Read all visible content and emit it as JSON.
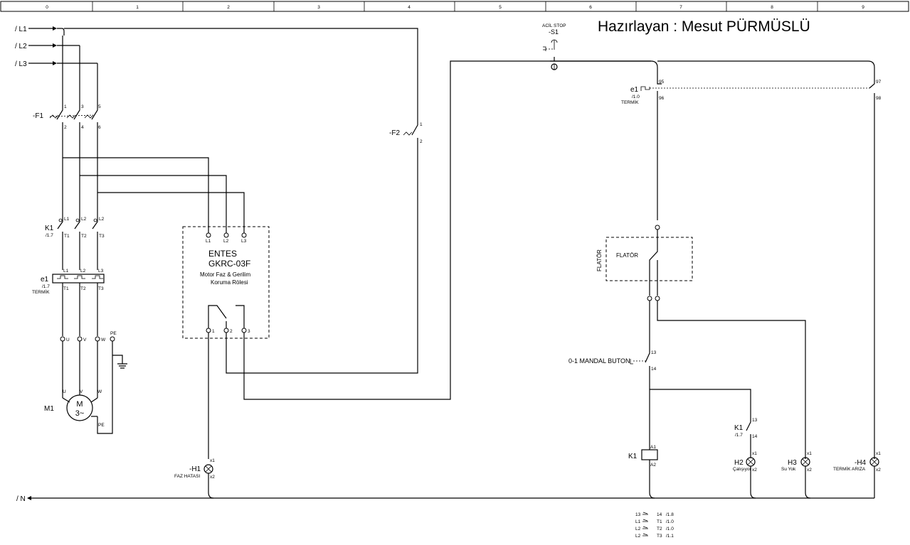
{
  "header": {
    "columns": [
      "0",
      "1",
      "2",
      "3",
      "4",
      "5",
      "6",
      "7",
      "8",
      "9"
    ]
  },
  "title": "Hazırlayan : Mesut PÜRMÜSLÜ",
  "supply": {
    "l1": "/ L1",
    "l2": "/ L2",
    "l3": "/ L3",
    "n": "/ N"
  },
  "fuse_f1": {
    "tag": "-F1",
    "pins_top": [
      "1",
      "3",
      "5"
    ],
    "pins_bottom": [
      "2",
      "4",
      "6"
    ]
  },
  "contactor_k1_main": {
    "tag": "K1",
    "ref": "/1.7",
    "top": [
      "L1",
      "L2",
      "L2"
    ],
    "bottom": [
      "T1",
      "T2",
      "T3"
    ]
  },
  "thermal_e1_main": {
    "tag": "e1",
    "ref": "/1.7",
    "label": "TERMİK",
    "top": [
      "L1",
      "L2",
      "L3"
    ],
    "bottom": [
      "T1",
      "T2",
      "T3"
    ]
  },
  "motor_terminals": [
    "U",
    "V",
    "W",
    "PE"
  ],
  "motor": {
    "tag": "M1",
    "terminals": [
      "U",
      "V",
      "W"
    ],
    "symbol_top": "M",
    "symbol_bottom": "3~",
    "pe": "PE"
  },
  "relay": {
    "brand": "ENTES",
    "model": "GKRC-03F",
    "desc1": "Motor Faz & Gerilim",
    "desc2": "Koruma Rölesi",
    "inputs": [
      "L1",
      "L2",
      "L3"
    ],
    "outputs": [
      "1",
      "2",
      "3"
    ]
  },
  "fuse_f2": {
    "tag": "-F2",
    "pin_top": "1",
    "pin_bottom": "2"
  },
  "estop": {
    "label": "ACİL STOP",
    "tag": "-S1"
  },
  "thermal_e1_aux": {
    "tag": "e1",
    "ref": "/1.0",
    "label": "TERMİK",
    "nc_top": "95",
    "nc_bottom": "96",
    "no_top": "97",
    "no_bottom": "98"
  },
  "float": {
    "box_label": "FLATÖR",
    "side_label": "FLATÖR"
  },
  "switch_01": {
    "label": "0-1 MANDAL BUTON",
    "pin_top": "13",
    "pin_bottom": "14"
  },
  "coil_k1": {
    "tag": "K1",
    "a1": "A1",
    "a2": "A2"
  },
  "k1_aux": {
    "tag": "K1",
    "ref": "/1.7",
    "pin_top": "13",
    "pin_bottom": "14"
  },
  "lamps": {
    "h1": {
      "tag": "-H1",
      "label": "FAZ HATASI",
      "x1": "x1",
      "x2": "x2"
    },
    "h2": {
      "tag": "H2",
      "label": "Çalışıyor",
      "x1": "x1",
      "x2": "x2"
    },
    "h3": {
      "tag": "H3",
      "label": "Su Yok",
      "x1": "x1",
      "x2": "x2"
    },
    "h4": {
      "tag": "-H4",
      "label": "TERMİK ARIZA",
      "x1": "x1",
      "x2": "x2"
    }
  },
  "xref": [
    {
      "a": "13",
      "b": "14",
      "ref": "/1.8"
    },
    {
      "a": "L1",
      "b": "T1",
      "ref": "/1.0"
    },
    {
      "a": "L2",
      "b": "T2",
      "ref": "/1.0"
    },
    {
      "a": "L2",
      "b": "T3",
      "ref": "/1.1"
    }
  ]
}
